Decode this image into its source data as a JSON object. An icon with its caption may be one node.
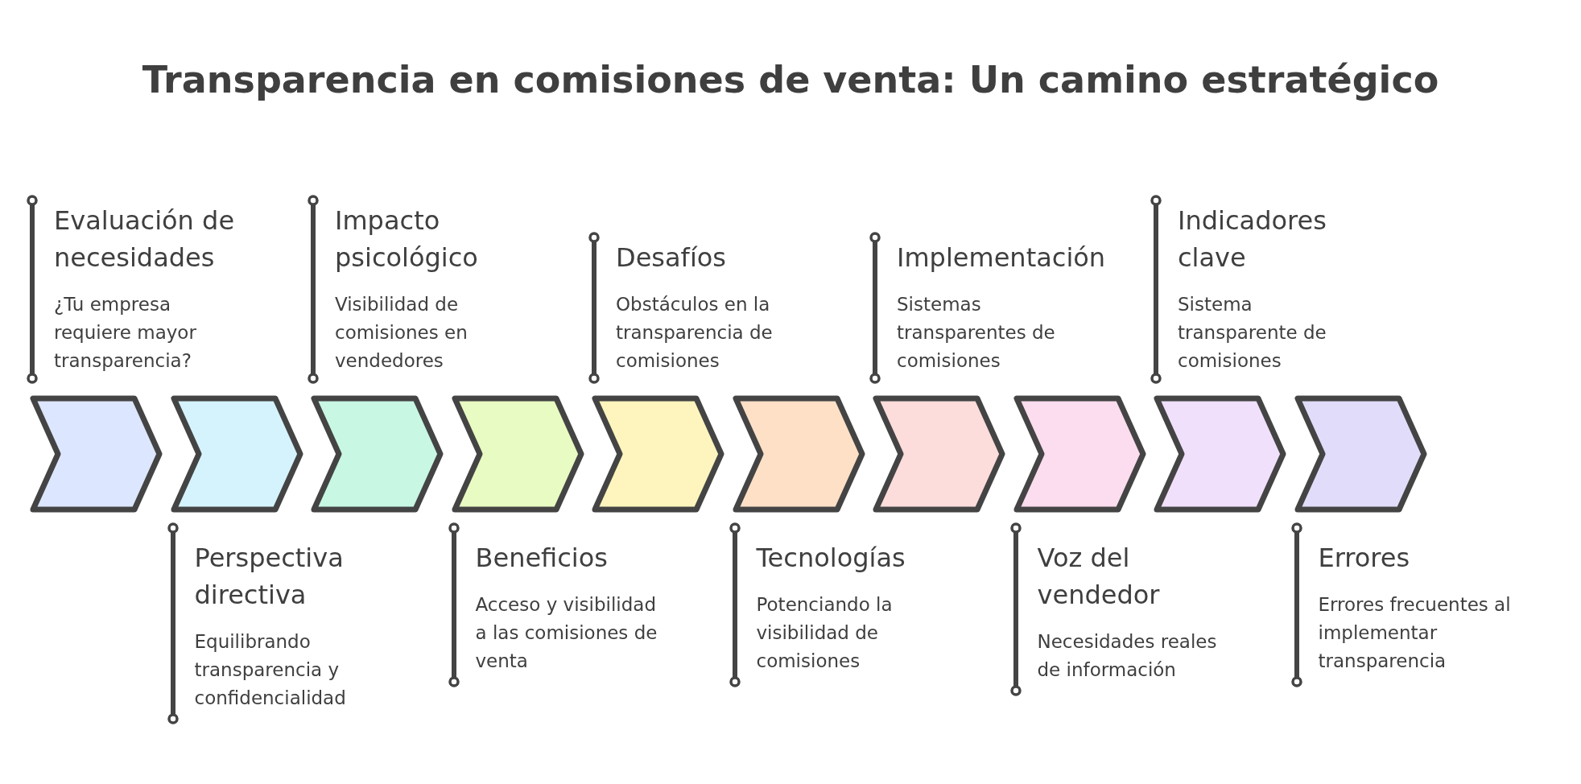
{
  "diagram": {
    "title": "Transparencia en comisiones de venta: Un camino estratégico",
    "nodes": [
      {
        "text": [],
        "shape": "chevron",
        "beside": [
          "Evaluación de necesidades",
          "¿Tu empresa requiere mayor transparencia?"
        ]
      },
      {
        "text": [],
        "shape": "chevron",
        "beside": [
          "Perspectiva directiva",
          "Equilibrando transparencia y confidencialidad"
        ]
      },
      {
        "text": [],
        "shape": "chevron",
        "beside": [
          "Impacto psicológico",
          "Visibilidad de comisiones en vendedores"
        ]
      },
      {
        "text": [],
        "shape": "chevron",
        "beside": [
          "Beneficios",
          "Acceso y visibilidad a las comisiones de venta"
        ]
      },
      {
        "text": [],
        "shape": "chevron",
        "beside": [
          "Desafíos",
          "Obstáculos en la transparencia de comisiones"
        ]
      },
      {
        "text": [],
        "shape": "chevron",
        "beside": [
          "Tecnologías",
          "Potenciando la visibilidad de comisiones"
        ]
      },
      {
        "text": [],
        "shape": "chevron",
        "beside": [
          "Implementación",
          "Sistemas transparentes de comisiones"
        ]
      },
      {
        "text": [],
        "shape": "chevron",
        "beside": [
          "Voz del vendedor",
          "Necesidades reales de información"
        ]
      },
      {
        "text": [],
        "shape": "chevron",
        "beside": [
          "Indicadores clave",
          "Sistema transparente de comisiones"
        ]
      },
      {
        "text": [],
        "shape": "chevron",
        "beside": [
          "Errores",
          "Errores frecuentes al implementar transparencia"
        ]
      }
    ]
  }
}
